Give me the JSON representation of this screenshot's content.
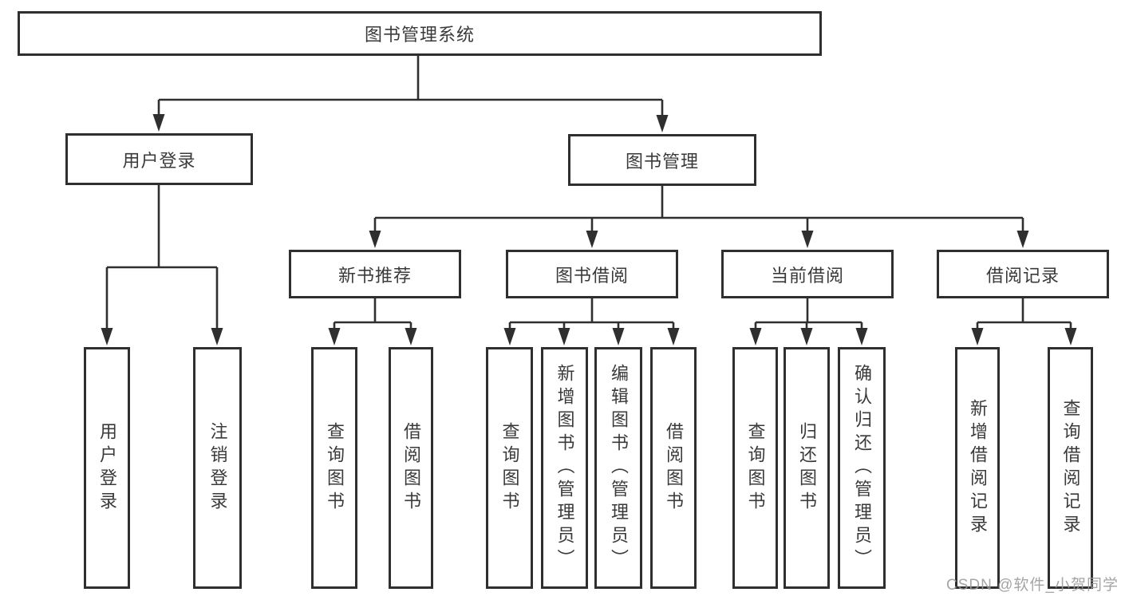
{
  "diagram": {
    "type": "hierarchy-tree",
    "root": {
      "label": "图书管理系统"
    },
    "level2": [
      {
        "label": "用户登录",
        "parent": "图书管理系统"
      },
      {
        "label": "图书管理",
        "parent": "图书管理系统"
      }
    ],
    "level3": [
      {
        "label": "新书推荐",
        "parent": "图书管理"
      },
      {
        "label": "图书借阅",
        "parent": "图书管理"
      },
      {
        "label": "当前借阅",
        "parent": "图书管理"
      },
      {
        "label": "借阅记录",
        "parent": "图书管理"
      }
    ],
    "leaves": [
      {
        "label": "用户登录",
        "parent": "用户登录"
      },
      {
        "label": "注销登录",
        "parent": "用户登录"
      },
      {
        "label": "查询图书",
        "parent": "新书推荐"
      },
      {
        "label": "借阅图书",
        "parent": "新书推荐"
      },
      {
        "label": "查询图书",
        "parent": "图书借阅"
      },
      {
        "label": "新增图书（管理员）",
        "parent": "图书借阅"
      },
      {
        "label": "编辑图书（管理员）",
        "parent": "图书借阅"
      },
      {
        "label": "借阅图书",
        "parent": "图书借阅"
      },
      {
        "label": "查询图书",
        "parent": "当前借阅"
      },
      {
        "label": "归还图书",
        "parent": "当前借阅"
      },
      {
        "label": "确认归还（管理员）",
        "parent": "当前借阅"
      },
      {
        "label": "新增借阅记录",
        "parent": "借阅记录"
      },
      {
        "label": "查询借阅记录",
        "parent": "借阅记录"
      }
    ]
  },
  "watermark": {
    "text": "CSDN @软件_小贺同学"
  },
  "colors": {
    "line": "#2f2f2f",
    "text": "#3a3a3a",
    "background": "#ffffff",
    "watermark": "#9b9b9b"
  }
}
